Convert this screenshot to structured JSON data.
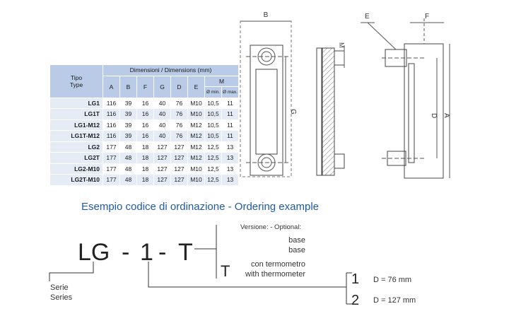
{
  "table": {
    "type_header_it": "Tipo",
    "type_header_en": "Type",
    "dims_header": "Dimensioni / Dimensions (mm)",
    "columns": [
      "A",
      "B",
      "F",
      "G",
      "D",
      "E"
    ],
    "m_header": "M",
    "m_min": "Ø min.",
    "m_max": "Ø max.",
    "rows": [
      {
        "type": "LG1",
        "values": [
          "116",
          "39",
          "16",
          "40",
          "76",
          "M10",
          "10,5",
          "11"
        ]
      },
      {
        "type": "LG1T",
        "values": [
          "116",
          "39",
          "16",
          "40",
          "76",
          "M10",
          "10,5",
          "11"
        ]
      },
      {
        "type": "LG1-M12",
        "values": [
          "116",
          "39",
          "16",
          "40",
          "76",
          "M12",
          "10,5",
          "11"
        ]
      },
      {
        "type": "LG1T-M12",
        "values": [
          "116",
          "39",
          "16",
          "40",
          "76",
          "M12",
          "10,5",
          "11"
        ]
      },
      {
        "type": "LG2",
        "values": [
          "177",
          "48",
          "18",
          "127",
          "127",
          "M12",
          "12,5",
          "13"
        ]
      },
      {
        "type": "LG2T",
        "values": [
          "177",
          "48",
          "18",
          "127",
          "127",
          "M12",
          "12,5",
          "13"
        ]
      },
      {
        "type": "LG2-M10",
        "values": [
          "177",
          "48",
          "18",
          "127",
          "127",
          "M10",
          "12,5",
          "13"
        ]
      },
      {
        "type": "LG2T-M10",
        "values": [
          "177",
          "48",
          "18",
          "127",
          "127",
          "M10",
          "12,5",
          "13"
        ]
      }
    ]
  },
  "drawing": {
    "label_b": "B",
    "label_g": "G",
    "label_e": "E",
    "label_f": "F",
    "label_m": "M",
    "label_d": "D",
    "label_a": "A"
  },
  "ordering": {
    "heading": "Esempio codice di ordinazione - Ordering example",
    "code_lg": "LG",
    "code_dash1": "-",
    "code_1": "1",
    "code_dash2": "-",
    "code_t": "T",
    "versions_label": "Versione: - Optional:",
    "version_base_1": "base",
    "version_base_2": "base",
    "version_t_letter": "T",
    "version_t_it": "con termometro",
    "version_t_en": "with thermometer",
    "series_it": "Serie",
    "series_en": "Series",
    "size_1_digit": "1",
    "size_1_desc": "D =  76 mm",
    "size_2_digit": "2",
    "size_2_desc": "D = 127 mm"
  },
  "colors": {
    "heading_blue": "#1f5aa6",
    "table_header_bg": "#b9cbe6",
    "table_row_alt_bg": "#e6ecf6"
  }
}
